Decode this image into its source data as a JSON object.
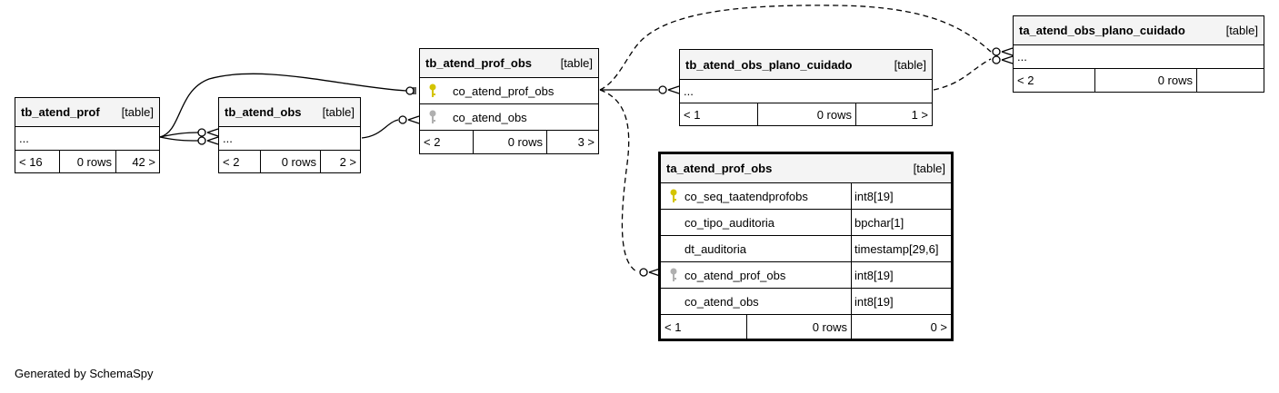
{
  "tables": {
    "tb_atend_prof": {
      "name": "tb_atend_prof",
      "type": "[table]",
      "placeholder": "...",
      "prev": "< 16",
      "rows": "0 rows",
      "next": "42 >"
    },
    "tb_atend_obs": {
      "name": "tb_atend_obs",
      "type": "[table]",
      "placeholder": "...",
      "prev": "< 2",
      "rows": "0 rows",
      "next": "2 >"
    },
    "tb_atend_prof_obs": {
      "name": "tb_atend_prof_obs",
      "type": "[table]",
      "columns": [
        {
          "name": "co_atend_prof_obs",
          "key": "primary"
        },
        {
          "name": "co_atend_obs",
          "key": "foreign"
        }
      ],
      "prev": "< 2",
      "rows": "0 rows",
      "next": "3 >"
    },
    "tb_atend_obs_plano_cuidado": {
      "name": "tb_atend_obs_plano_cuidado",
      "type": "[table]",
      "placeholder": "...",
      "prev": "< 1",
      "rows": "0 rows",
      "next": "1 >"
    },
    "ta_atend_obs_plano_cuidado": {
      "name": "ta_atend_obs_plano_cuidado",
      "type": "[table]",
      "placeholder": "...",
      "prev": "< 2",
      "rows": "0 rows",
      "next": ""
    },
    "ta_atend_prof_obs": {
      "name": "ta_atend_prof_obs",
      "type": "[table]",
      "columns": [
        {
          "name": "co_seq_taatendprofobs",
          "type": "int8[19]",
          "key": "primary"
        },
        {
          "name": "co_tipo_auditoria",
          "type": "bpchar[1]",
          "key": "none"
        },
        {
          "name": "dt_auditoria",
          "type": "timestamp[29,6]",
          "key": "none"
        },
        {
          "name": "co_atend_prof_obs",
          "type": "int8[19]",
          "key": "foreign"
        },
        {
          "name": "co_atend_obs",
          "type": "int8[19]",
          "key": "none"
        }
      ],
      "prev": "< 1",
      "rows": "0 rows",
      "next": "0 >"
    }
  },
  "footer_text": "Generated by SchemaSpy",
  "colors": {
    "primary_key": "#d4c400",
    "foreign_key": "#b0b0b0",
    "header_bg": "#f4f4f4"
  }
}
